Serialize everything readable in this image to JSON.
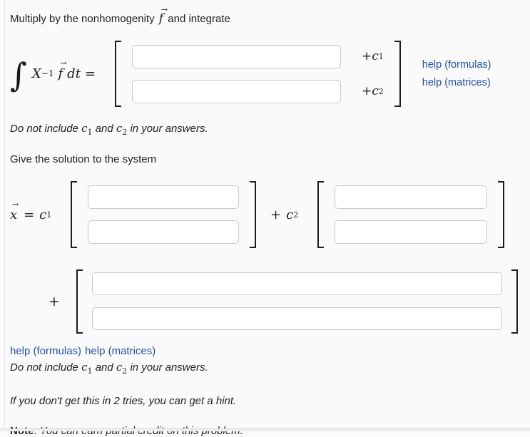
{
  "title": {
    "prefix": "Multiply by the nonhomogenity",
    "suffix": "and integrate"
  },
  "math": {
    "arrow": "→",
    "integral": "∫",
    "X": "X",
    "exp_neg1": "−1",
    "f": "f",
    "dt": "dt",
    "equals": "=",
    "plus": "+",
    "c": "c",
    "sub1": "1",
    "sub2": "2",
    "x": "x"
  },
  "eq1": {
    "inputs": [
      {
        "value": "",
        "placeholder": ""
      },
      {
        "value": "",
        "placeholder": ""
      }
    ],
    "help_links": [
      {
        "label": "help (formulas)"
      },
      {
        "label": "help (matrices)"
      }
    ]
  },
  "eq2": {
    "c1_inputs": [
      {
        "value": "",
        "placeholder": ""
      },
      {
        "value": "",
        "placeholder": ""
      }
    ],
    "c2_inputs": [
      {
        "value": "",
        "placeholder": ""
      },
      {
        "value": "",
        "placeholder": ""
      }
    ]
  },
  "eq3": {
    "inputs": [
      {
        "value": "",
        "placeholder": ""
      },
      {
        "value": "",
        "placeholder": ""
      }
    ]
  },
  "footer": {
    "help_links": [
      {
        "label": "help (formulas)"
      },
      {
        "label": "help (matrices)"
      }
    ]
  },
  "notes": {
    "do_not_include": {
      "prefix": "Do not include",
      "conj": "and",
      "suffix": "in your answers."
    },
    "give_solution": "Give the solution to the system",
    "hint": "If you don't get this in 2 tries, you can get a hint.",
    "note_label": "Note",
    "note_sep": ": ",
    "note_text": "You can earn partial credit on this problem."
  }
}
